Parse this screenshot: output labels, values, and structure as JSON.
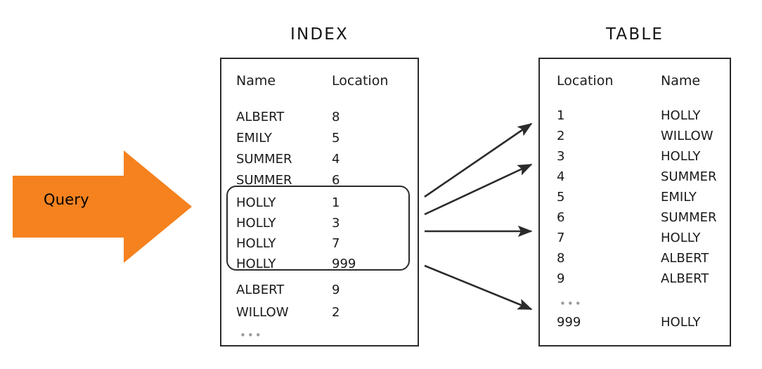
{
  "query": {
    "label": "Query",
    "color": "#F5821F",
    "icon": "right-arrow-icon"
  },
  "index_panel": {
    "title": "INDEX",
    "headers": {
      "col1": "Name",
      "col2": "Location"
    },
    "rows": [
      {
        "col1": "ALBERT",
        "col2": "8"
      },
      {
        "col1": "EMILY",
        "col2": "5"
      },
      {
        "col1": "SUMMER",
        "col2": "4"
      },
      {
        "col1": "SUMMER",
        "col2": "6"
      },
      {
        "col1": "HOLLY",
        "col2": "1",
        "highlighted": true
      },
      {
        "col1": "HOLLY",
        "col2": "3",
        "highlighted": true
      },
      {
        "col1": "HOLLY",
        "col2": "7",
        "highlighted": true
      },
      {
        "col1": "HOLLY",
        "col2": "999",
        "highlighted": true
      },
      {
        "col1": "ALBERT",
        "col2": "9"
      },
      {
        "col1": "WILLOW",
        "col2": "2"
      }
    ],
    "ellipsis": "•••"
  },
  "table_panel": {
    "title": "TABLE",
    "headers": {
      "col1": "Location",
      "col2": "Name"
    },
    "rows": [
      {
        "col1": "1",
        "col2": "HOLLY"
      },
      {
        "col1": "2",
        "col2": "WILLOW"
      },
      {
        "col1": "3",
        "col2": "HOLLY"
      },
      {
        "col1": "4",
        "col2": "SUMMER"
      },
      {
        "col1": "5",
        "col2": "EMILY"
      },
      {
        "col1": "6",
        "col2": "SUMMER"
      },
      {
        "col1": "7",
        "col2": "HOLLY"
      },
      {
        "col1": "8",
        "col2": "ALBERT"
      },
      {
        "col1": "9",
        "col2": "ALBERT"
      }
    ],
    "ellipsis": "•••",
    "last_row": {
      "col1": "999",
      "col2": "HOLLY"
    }
  },
  "connectors": {
    "count": 4,
    "color": "#2b2b2b",
    "description": "four arrows from highlighted HOLLY index entries to matching table locations"
  }
}
